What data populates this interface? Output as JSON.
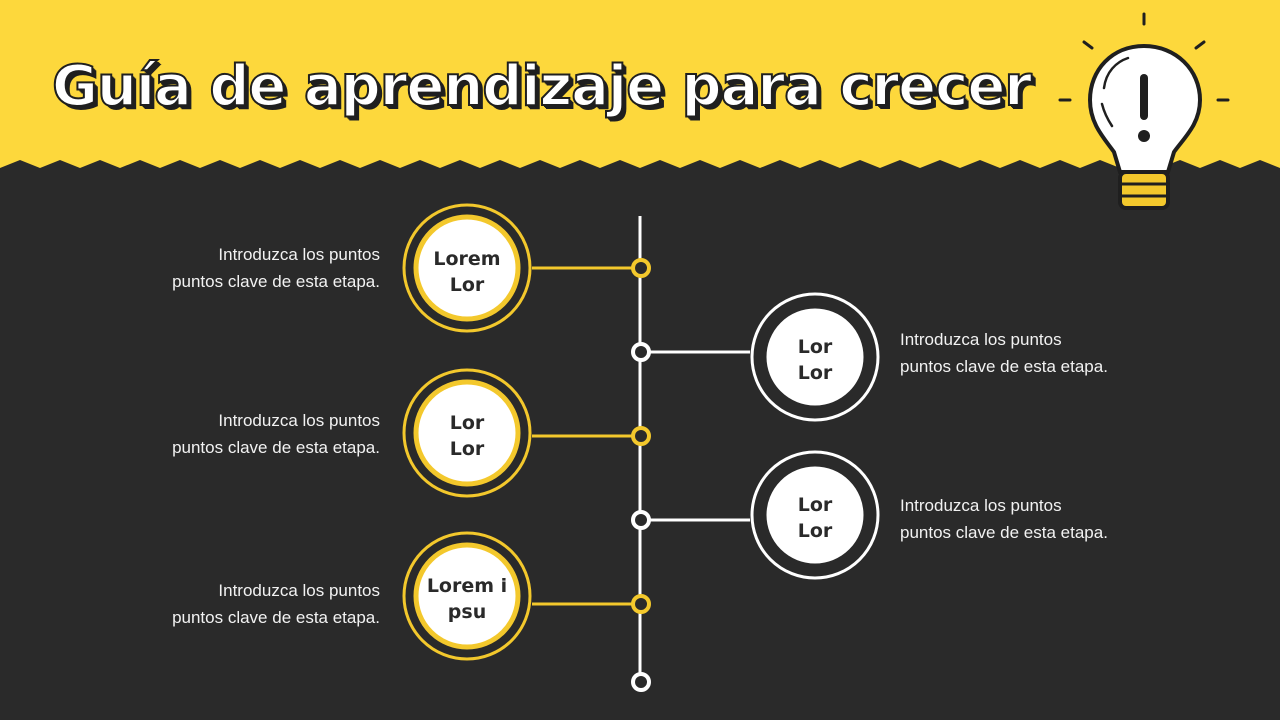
{
  "title": "Guía de aprendizaje para crecer",
  "colors": {
    "background": "#2a2a2a",
    "header": "#fdd83c",
    "accent": "#f3c82c",
    "white": "#ffffff"
  },
  "steps": [
    {
      "label": "Lorem Lor",
      "label_lines": [
        "Lorem",
        "Lor"
      ],
      "side": "left",
      "ring": "yellow",
      "desc_lines": [
        "Introduzca los puntos",
        "puntos clave de esta etapa."
      ]
    },
    {
      "label": "Lor Lor",
      "label_lines": [
        "Lor",
        "Lor"
      ],
      "side": "right",
      "ring": "white",
      "desc_lines": [
        "Introduzca los puntos",
        "puntos clave de esta etapa."
      ]
    },
    {
      "label": "Lor Lor",
      "label_lines": [
        "Lor",
        "Lor"
      ],
      "side": "left",
      "ring": "yellow",
      "desc_lines": [
        "Introduzca los puntos",
        "puntos clave de esta etapa."
      ]
    },
    {
      "label": "Lor Lor",
      "label_lines": [
        "Lor",
        "Lor"
      ],
      "side": "right",
      "ring": "white",
      "desc_lines": [
        "Introduzca los puntos",
        "puntos clave de esta etapa."
      ]
    },
    {
      "label": "Lorem i psu",
      "label_lines": [
        "Lorem i",
        "psu"
      ],
      "side": "left",
      "ring": "yellow",
      "desc_lines": [
        "Introduzca los puntos",
        "puntos clave de esta etapa."
      ]
    }
  ],
  "icons": {
    "header_icon": "lightbulb-exclamation-icon"
  }
}
